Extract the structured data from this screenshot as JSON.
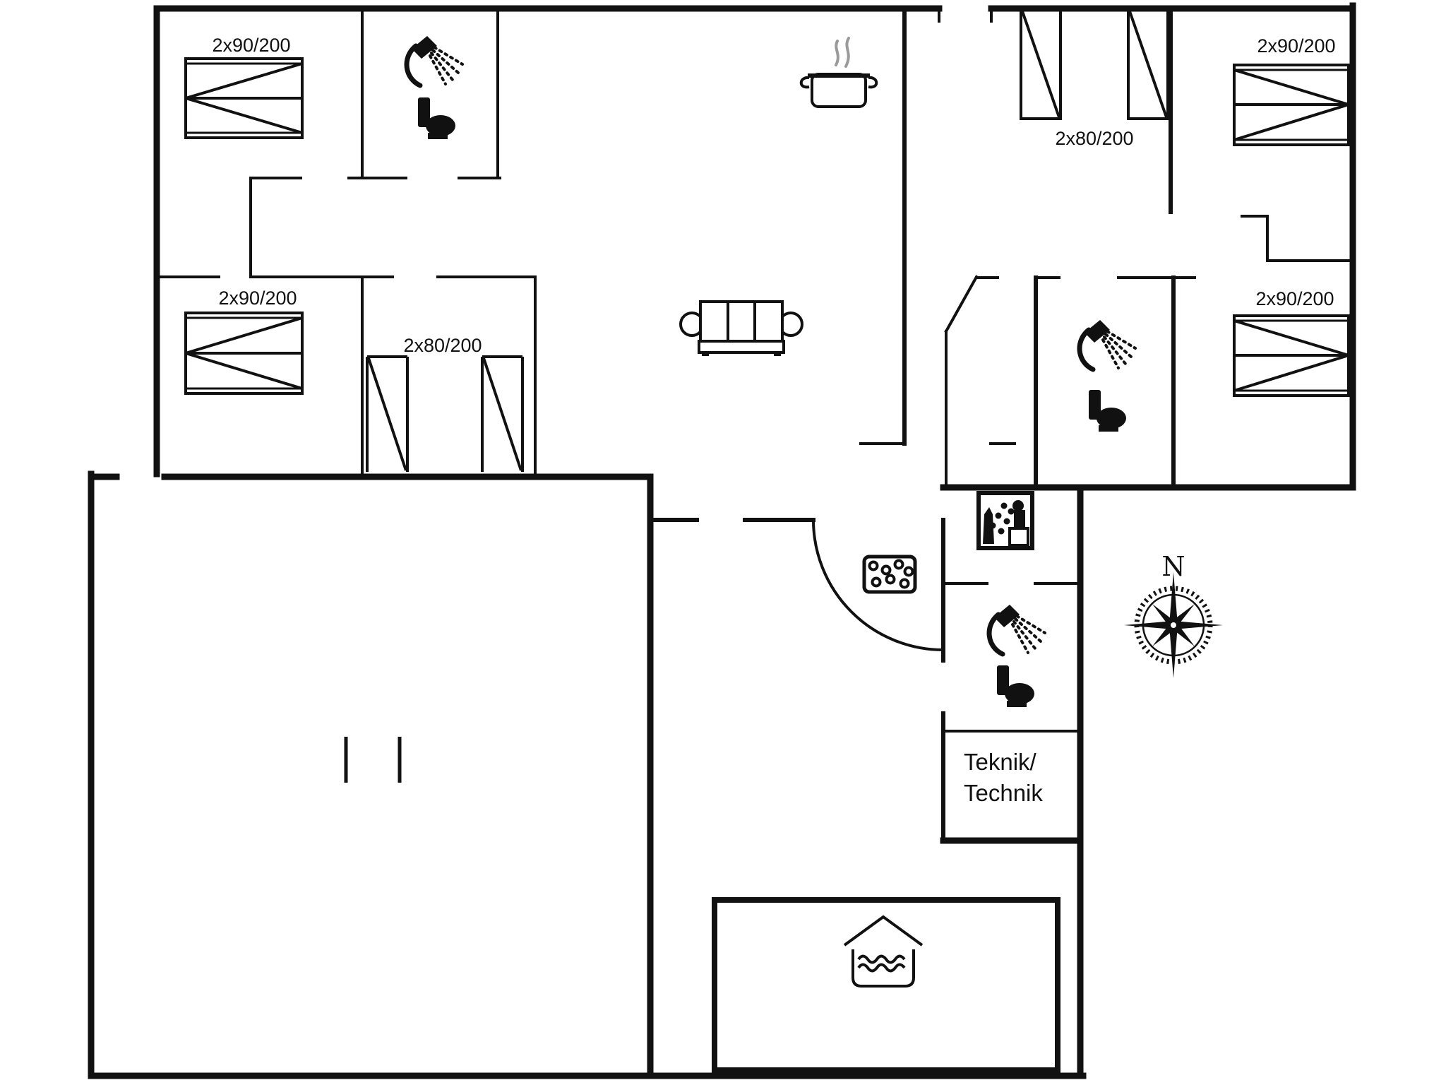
{
  "floor_plan": {
    "labels": {
      "bed_top_left": "2x90/200",
      "bed_mid_left": "2x90/200",
      "bed_top_right": "2x90/200",
      "bed_right": "2x90/200",
      "wardrobe_left": "2x80/200",
      "wardrobe_entry": "2x80/200",
      "technical_room_line1": "Teknik/",
      "technical_room_line2": "Technik",
      "compass_north": "N"
    },
    "icons": [
      "double-bed",
      "wardrobe",
      "shower",
      "toilet",
      "cooking-pot",
      "sofa",
      "washing-machine",
      "hob",
      "door-swing-arc",
      "compass-rose",
      "indoor-pool"
    ]
  }
}
